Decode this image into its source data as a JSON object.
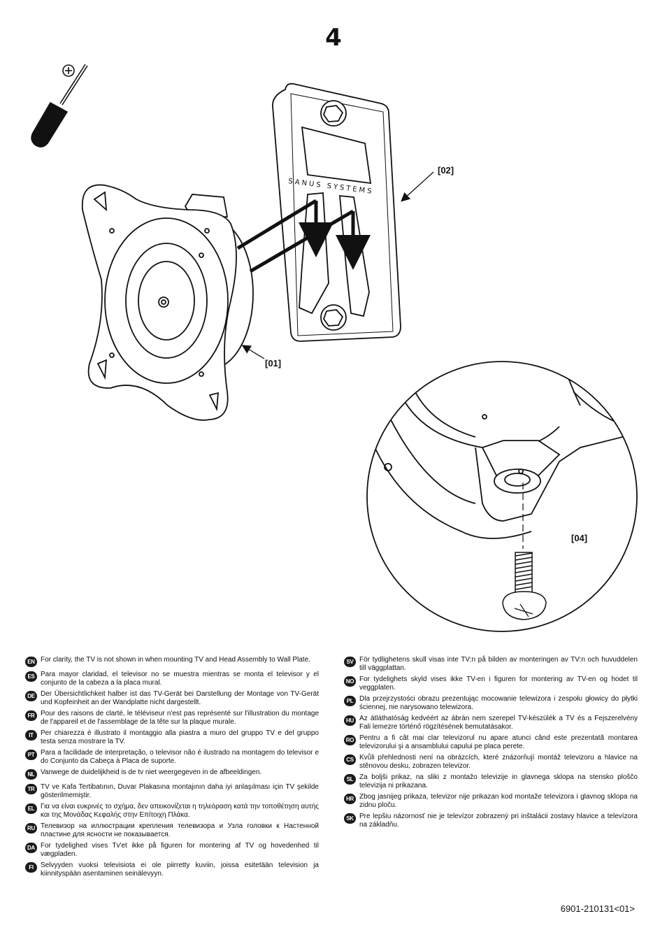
{
  "step": "4",
  "callouts": {
    "c02": "[02]",
    "c01": "[01]",
    "c04": "[04]"
  },
  "wall_plate_brand": "SANUS SYSTEMS",
  "notes_left": [
    {
      "code": "EN",
      "text": "For clarity, the TV is not shown in when mounting TV and Head Assembly to Wall Plate."
    },
    {
      "code": "ES",
      "text": "Para mayor claridad, el televisor no se muestra mientras se monta el televisor y el conjunto de la cabeza a la placa mural."
    },
    {
      "code": "DE",
      "text": "Der Übersichtlichkeit halber ist das TV-Gerät bei Darstellung der Montage von TV-Gerät und Kopfeinheit an der Wandplatte nicht dargestellt."
    },
    {
      "code": "FR",
      "text": "Pour des raisons de clarté, le téléviseur n'est pas représenté sur l'illustration du montage de l'appareil et de l'assemblage de la tête sur la plaque murale."
    },
    {
      "code": "IT",
      "text": "Per chiarezza è illustrato il montaggio alla piastra a muro del gruppo TV e del gruppo testa senza mostrare la TV."
    },
    {
      "code": "PT",
      "text": "Para a facilidade de interpretação, o televisor não é ilustrado na montagem do televisor e do Conjunto da Cabeça à Placa de suporte."
    },
    {
      "code": "NL",
      "text": "Vanwege de duidelijkheid is de tv niet weergegeven in de afbeeldingen."
    },
    {
      "code": "TR",
      "text": "TV ve Kafa Tertibatının, Duvar Plakasına montajının daha iyi anlaşılması için TV şekilde gösterilmemiştir."
    },
    {
      "code": "EL",
      "text": "Για να είναι ευκρινές το σχήμα, δεν απεικονίζεται η τηλεόραση κατά την τοποθέτηση αυτής και της Μονάδας Κεφαλής στην Επίτοιχη Πλάκα."
    },
    {
      "code": "RU",
      "text": "Телевизор на иллюстрации крепления телевизора и Узла головки к Настенной пластине для ясности не показывается."
    },
    {
      "code": "DA",
      "text": "For tydelighed vises Tv'et ikke på figuren for montering af TV og hovedenhed til vægpladen."
    },
    {
      "code": "FI",
      "text": "Selvyyden vuoksi televisiota ei ole piirretty kuviin, joissa esitetään television ja kiinnityspään asentaminen seinälevyyn."
    }
  ],
  "notes_right": [
    {
      "code": "SV",
      "text": "För tydlighetens skull visas inte TV:n på bilden av monteringen av TV:n och huvuddelen till väggplattan."
    },
    {
      "code": "NO",
      "text": "For tydelighets skyld vises ikke TV-en i figuren for montering av TV-en og hodet til veggplaten."
    },
    {
      "code": "PL",
      "text": "Dla przejrzystości obrazu prezentując mocowanie telewizora i zespołu głowicy do płytki ściennej, nie narysowano telewizora."
    },
    {
      "code": "HU",
      "text": "Az átláthatóság kedvéért az ábrán nem szerepel TV-készülék a TV és a Fejszerelvény Fali lemezre történő rögzítésének bemutatásakor."
    },
    {
      "code": "RO",
      "text": "Pentru a fi cât mai clar televizorul nu apare atunci când este prezentată montarea televizorului şi a ansamblului capului pe placa perete."
    },
    {
      "code": "CS",
      "text": "Kvůli přehlednosti není na obrázcích, které znázorňují montáž televizoru a hlavice na stěnovou desku, zobrazen televizor."
    },
    {
      "code": "SL",
      "text": "Za boljši prikaz, na sliki z montažo televizije in glavnega sklopa na stensko ploščo televizija ni prikazana."
    },
    {
      "code": "HR",
      "text": "Zbog jasnijeg prikaza, televizor nije prikazan kod montaže televizora i glavnog sklopa na zidnu ploču."
    },
    {
      "code": "SK",
      "text": "Pre lepšiu názornosť nie je televízor zobrazený pri inštalácii zostavy hlavice a televízora na základňu."
    }
  ],
  "doc_code": "6901-210131<01>"
}
